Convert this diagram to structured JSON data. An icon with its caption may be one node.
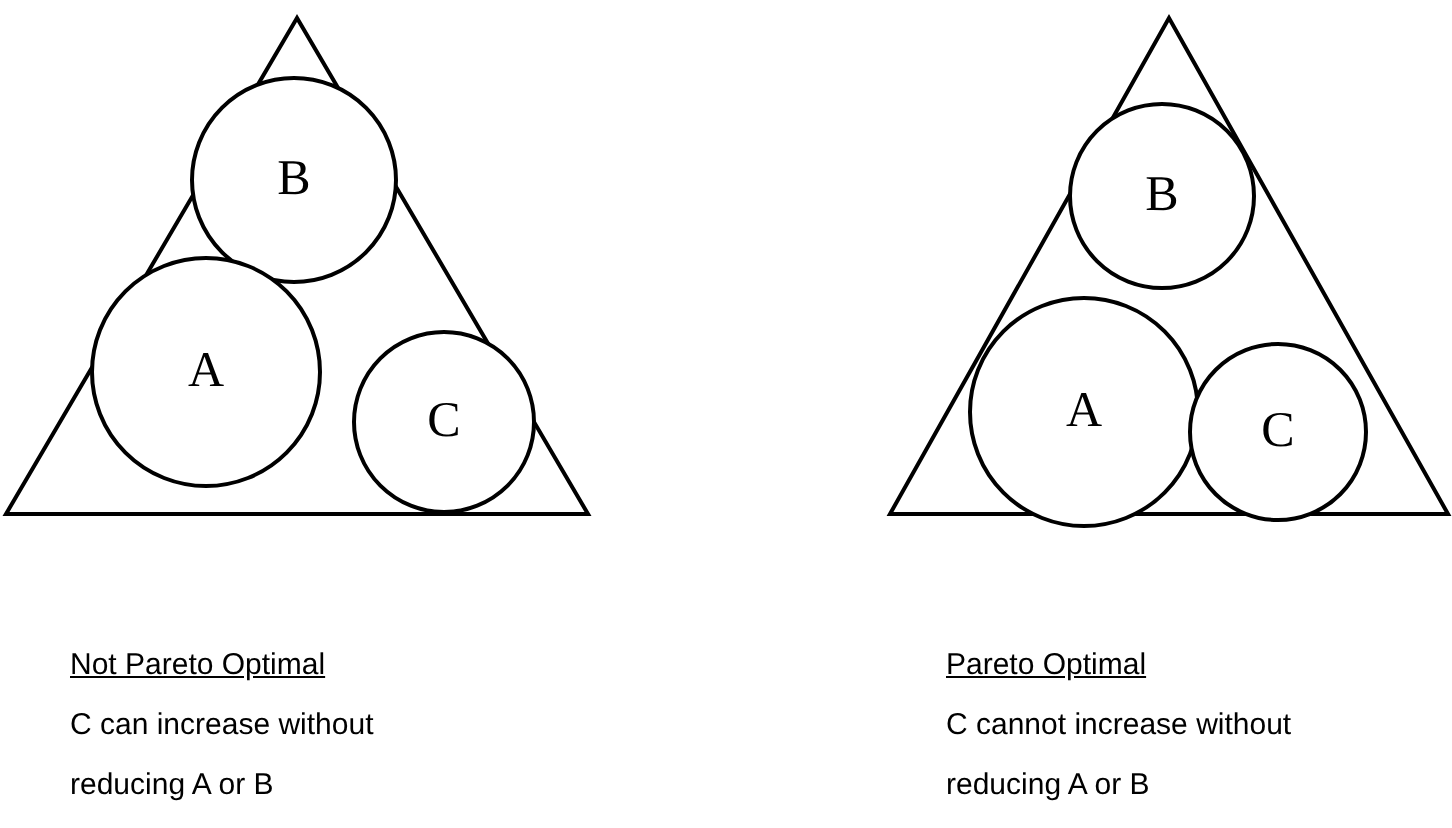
{
  "diagram": {
    "nodes": [
      {
        "text": [],
        "shape": "triangle"
      },
      {
        "text": [
          "B"
        ],
        "in": 0
      },
      {
        "text": [
          "A"
        ],
        "in": 0
      },
      {
        "text": [
          "C"
        ],
        "in": 0
      },
      {
        "text": [],
        "shape": "triangle"
      },
      {
        "text": [
          "B"
        ],
        "in": 4
      },
      {
        "text": [
          "A"
        ],
        "in": 4
      },
      {
        "text": [
          "C"
        ],
        "in": 4
      }
    ],
    "labels": [
      "Not Pareto Optimal",
      "C can increase without reducing A or B",
      "Pareto Optimal",
      "C cannot increase without reducing A or B"
    ]
  }
}
